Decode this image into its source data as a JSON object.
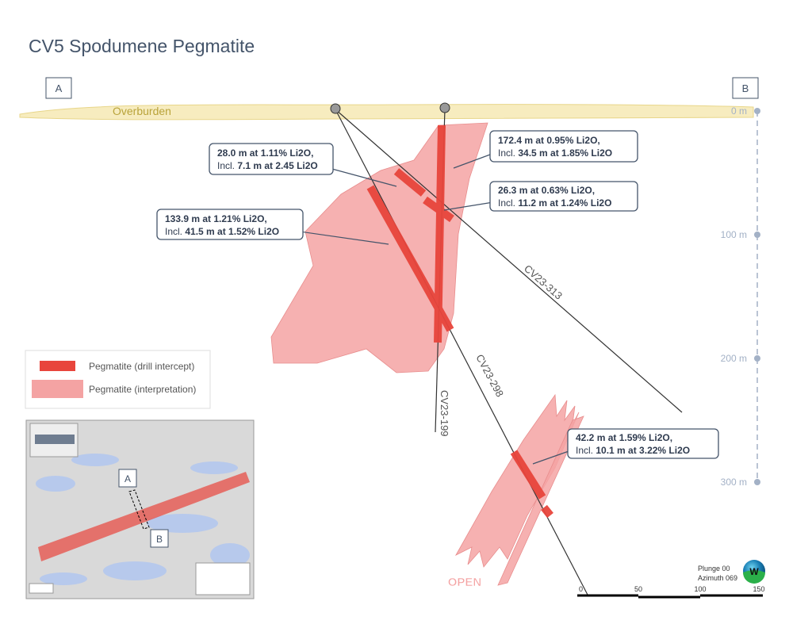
{
  "title": "CV5 Spodumene Pegmatite",
  "section": {
    "start_label": "A",
    "end_label": "B"
  },
  "overburden_label": "Overburden",
  "depth_scale": [
    "0 m",
    "100 m",
    "200 m",
    "300 m"
  ],
  "drill_holes": [
    "CV23-199",
    "CV23-298",
    "CV23-313"
  ],
  "callouts": [
    {
      "line1": "172.4 m at 0.95% Li2O,",
      "incl_prefix": "Incl.",
      "line2": "34.5 m at 1.85% Li2O"
    },
    {
      "line1": "28.0 m at 1.11% Li2O,",
      "incl_prefix": "Incl.",
      "line2": "7.1 m at 2.45 Li2O"
    },
    {
      "line1": "26.3 m at 0.63% Li2O,",
      "incl_prefix": "Incl.",
      "line2": "11.2 m at 1.24% Li2O"
    },
    {
      "line1": "133.9 m at 1.21% Li2O,",
      "incl_prefix": "Incl.",
      "line2": "41.5 m at 1.52% Li2O"
    },
    {
      "line1": "42.2 m at 1.59% Li2O,",
      "incl_prefix": "Incl.",
      "line2": "10.1 m at 3.22% Li2O"
    }
  ],
  "legend": [
    {
      "label": "Pegmatite (drill intercept)",
      "color": "#e8453c"
    },
    {
      "label": "Pegmatite (interpretation)",
      "color": "#f4a3a3"
    }
  ],
  "inset_map": {
    "label_a": "A",
    "label_b": "B"
  },
  "open_label": "OPEN",
  "orientation": {
    "plunge": "Plunge 00",
    "azimuth": "Azimuth 069",
    "logo_letter": "W"
  },
  "scale_bar": [
    "0",
    "50",
    "100",
    "150"
  ]
}
